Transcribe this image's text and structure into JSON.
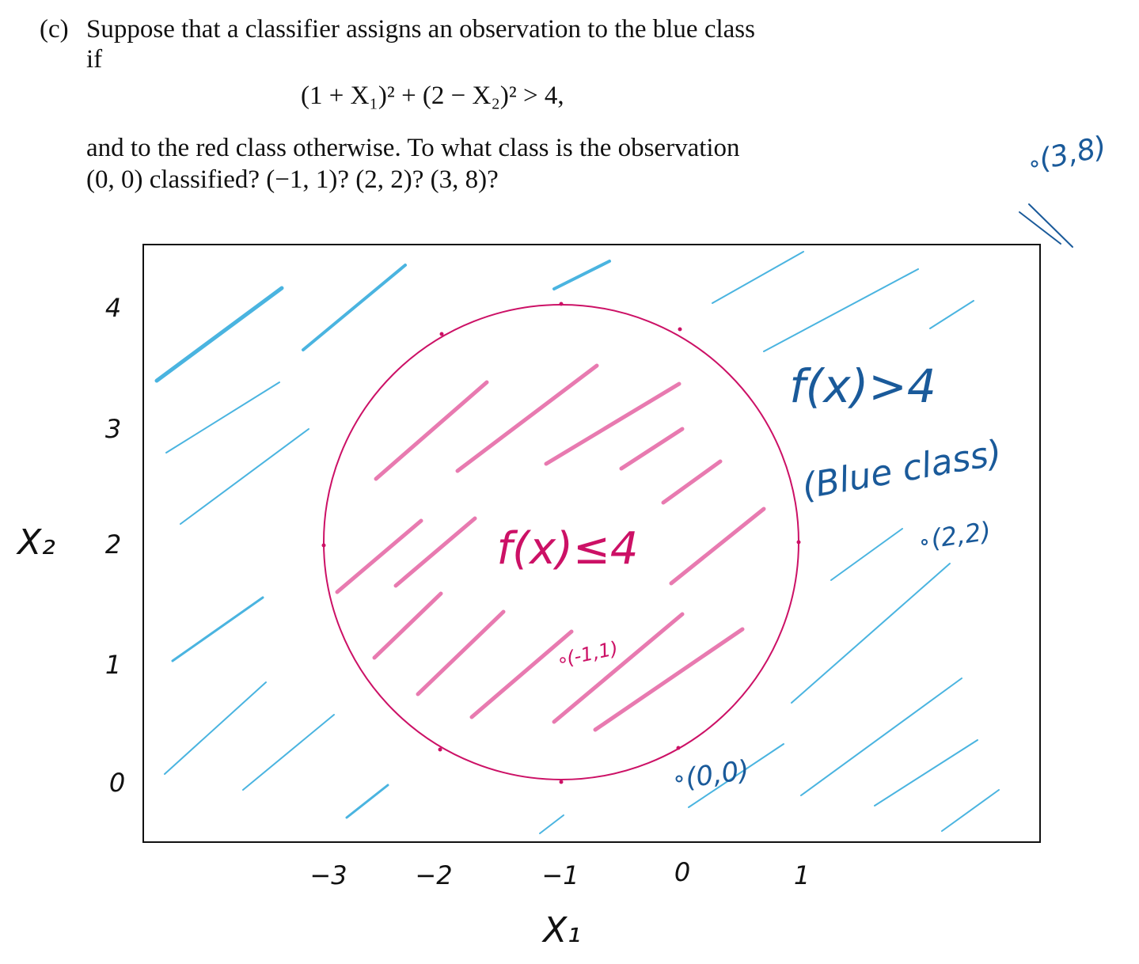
{
  "problem": {
    "label": "(c)",
    "line1": "Suppose that a classifier assigns an observation to the blue class",
    "line2": "if",
    "formula": "(1 + X₁)² + (2 − X₂)² > 4,",
    "line3": "and to the red class otherwise. To what class is the observation",
    "line4": "(0, 0) classified? (−1, 1)? (2, 2)? (3, 8)?"
  },
  "sketch": {
    "x_ticks": [
      "−3",
      "−2",
      "−1",
      "0",
      "1"
    ],
    "y_ticks": [
      "4",
      "3",
      "2",
      "1",
      "0"
    ],
    "x_label": "X₁",
    "y_label": "X₂",
    "inside_label": "f(x)≤4",
    "outside_label": "f(x)>4",
    "outside_class": "(Blue class)",
    "points": {
      "p00": "(0,0)",
      "pm11": "(-1,1)",
      "p22": "(2,2)",
      "p38": "(3,8)"
    },
    "colors": {
      "circle": "#cc1166",
      "red_hatch": "#e87ab0",
      "blue_hatch": "#4ab4e0",
      "blue_ink": "#1a5a9a",
      "axis_ink": "#111111"
    }
  }
}
